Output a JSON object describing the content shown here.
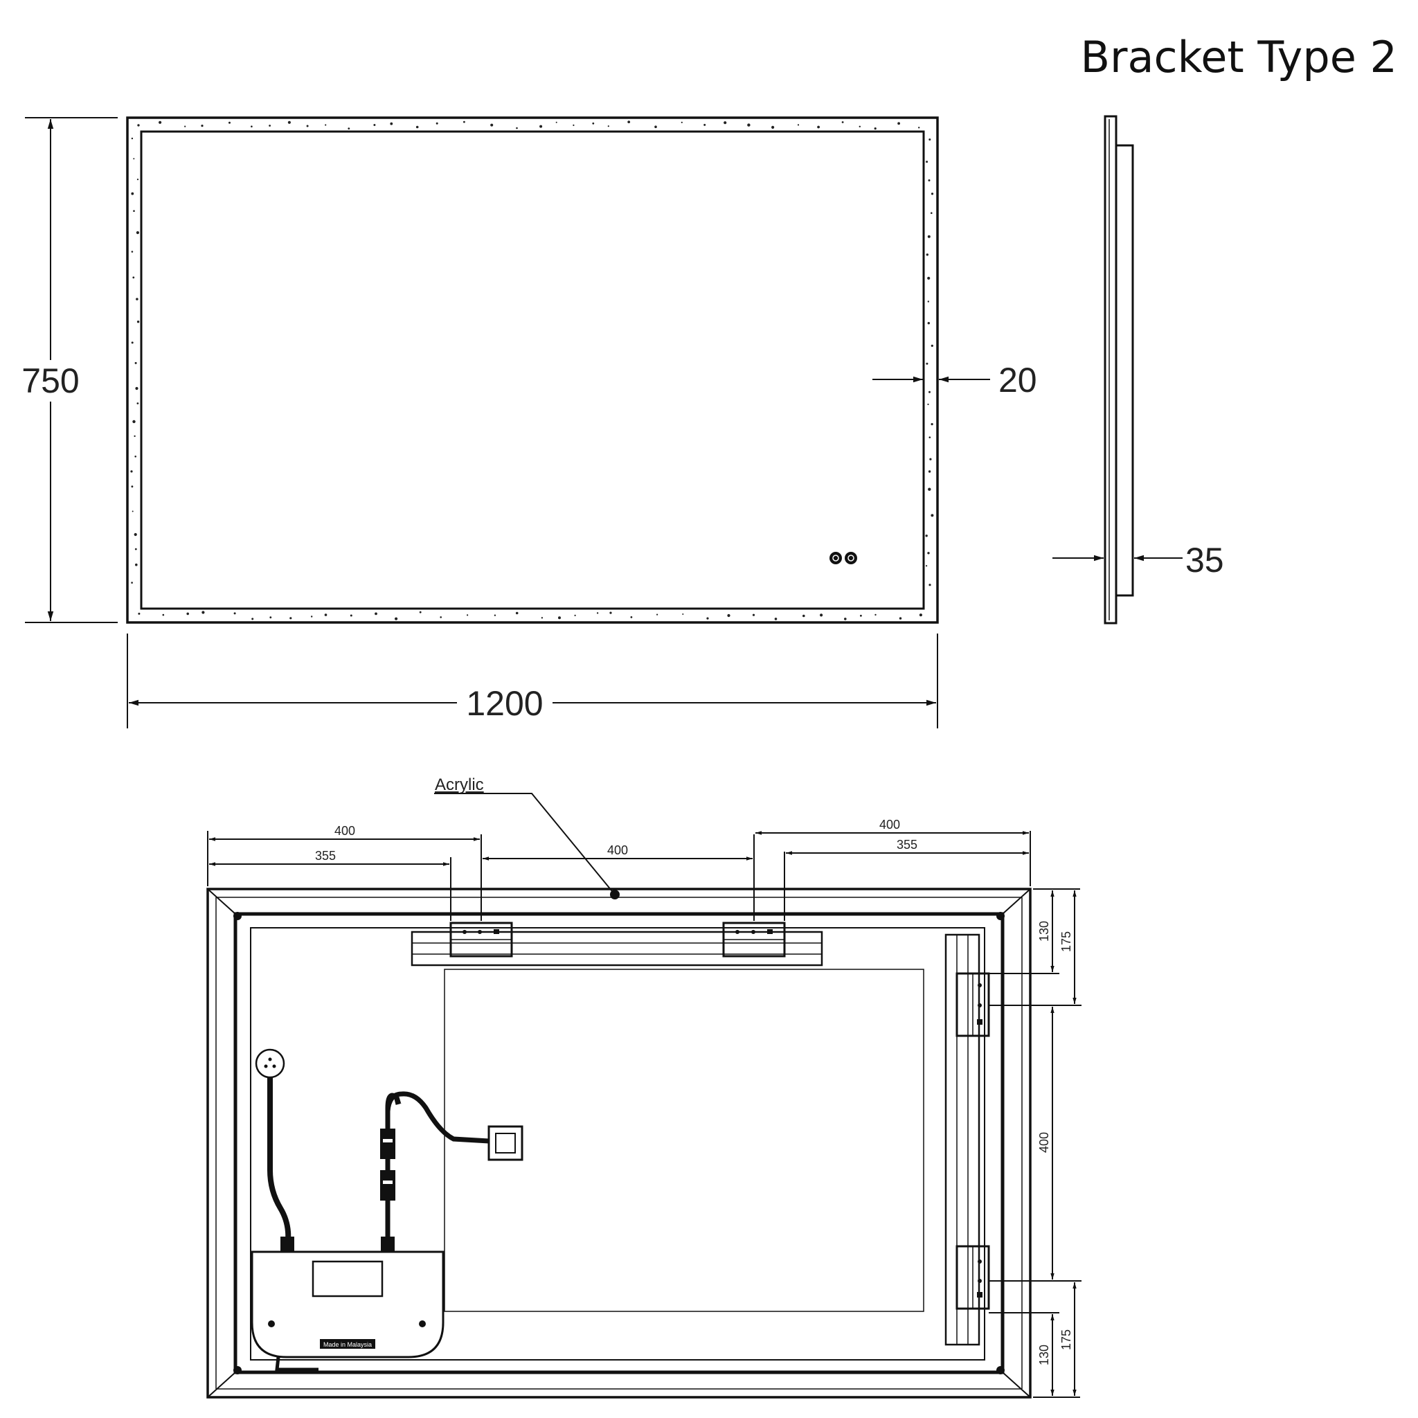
{
  "title": "Bracket Type 2",
  "front_view": {
    "height_label": "750",
    "width_label": "1200",
    "border_label": "20"
  },
  "side_view": {
    "depth_label": "35"
  },
  "rear_view": {
    "material_label": "Acrylic",
    "top_left_outer": "400",
    "top_left_inner": "355",
    "top_middle": "400",
    "top_right_outer": "400",
    "top_right_inner": "355",
    "right_top_inner": "130",
    "right_top_outer": "175",
    "right_middle": "400",
    "right_bottom_inner": "130",
    "right_bottom_outer": "175",
    "transformer_label": "Made in Malaysia"
  },
  "colors": {
    "line": "#111111",
    "background": "#ffffff"
  }
}
